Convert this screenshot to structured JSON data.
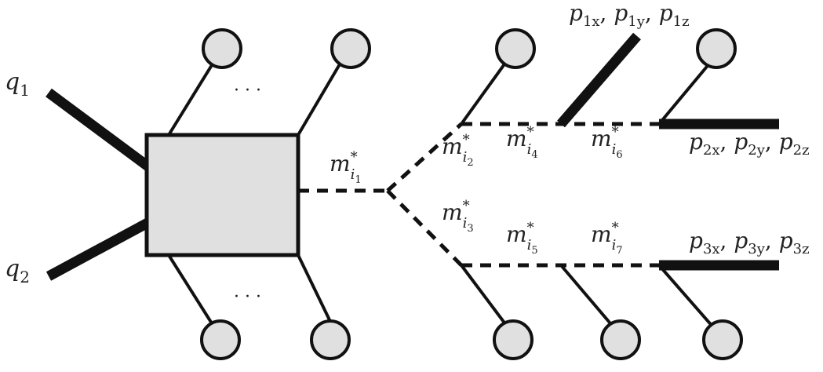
{
  "colors": {
    "ink": "#111111",
    "fill": "#e0e0e0",
    "text": "#222222"
  },
  "labels": {
    "q1": {
      "base": "q",
      "sub": "1"
    },
    "q2": {
      "base": "q",
      "sub": "2"
    },
    "dots_top": "· · ·",
    "dots_bottom": "· · ·",
    "m1": {
      "base": "m",
      "sup": "*",
      "sub": "i",
      "subsub": "1"
    },
    "m2": {
      "base": "m",
      "sup": "*",
      "sub": "i",
      "subsub": "2"
    },
    "m3": {
      "base": "m",
      "sup": "*",
      "sub": "i",
      "subsub": "3"
    },
    "m4": {
      "base": "m",
      "sup": "*",
      "sub": "i",
      "subsub": "4"
    },
    "m5": {
      "base": "m",
      "sup": "*",
      "sub": "i",
      "subsub": "5"
    },
    "m6": {
      "base": "m",
      "sup": "*",
      "sub": "i",
      "subsub": "6"
    },
    "m7": {
      "base": "m",
      "sup": "*",
      "sub": "i",
      "subsub": "7"
    },
    "p1": [
      {
        "base": "p",
        "sub": "1x"
      },
      {
        "base": "p",
        "sub": "1y"
      },
      {
        "base": "p",
        "sub": "1z"
      }
    ],
    "p2": [
      {
        "base": "p",
        "sub": "2x"
      },
      {
        "base": "p",
        "sub": "2y"
      },
      {
        "base": "p",
        "sub": "2z"
      }
    ],
    "p3": [
      {
        "base": "p",
        "sub": "3x"
      },
      {
        "base": "p",
        "sub": "3y"
      },
      {
        "base": "p",
        "sub": "3z"
      }
    ]
  }
}
